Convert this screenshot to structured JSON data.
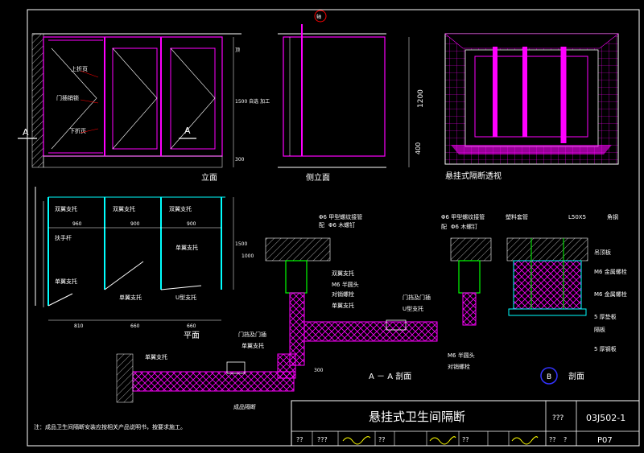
{
  "front_elevation": {
    "title": "立面",
    "label_top_rail": "上折页",
    "label_door_lock": "门插销锁",
    "label_bottom_rail": "下折页",
    "section_left": "A",
    "section_right": "A",
    "dim_top": "顶",
    "dim_mid": "1500 自选 加工",
    "dim_bottom": "300"
  },
  "side_elevation": {
    "title": "侧立面",
    "dim_1200": "1200",
    "dim_400": "400"
  },
  "perspective": {
    "title": "悬挂式隔断透视"
  },
  "plan": {
    "title": "平面",
    "labels_top": [
      "双翼支托",
      "双翼支托",
      "双翼支托"
    ],
    "dims_top": [
      "960",
      "900",
      "900"
    ],
    "label_handrail": "扶手杆",
    "label_left_bottom": "单翼支托",
    "label_mid_bottom": "单翼支托",
    "label_right_top": "单翼支托",
    "label_right_bottom": "U型支托",
    "dims_bottom": [
      "810",
      "660",
      "660"
    ],
    "dim_side": "1500",
    "dim_side2": "1000"
  },
  "section_aa": {
    "title": "A － A 剖面",
    "label_pipe": "Φ6 甲型螺纹接管",
    "label_bolt": "Φ6 木螺钉",
    "label_side": "配",
    "label_double_wing": "双翼支托",
    "label_m6": "M6 半圆头",
    "label_nut": "对销螺栓",
    "label_door_stop": "门挡及门插",
    "label_u_stop": "U型支托",
    "label_single_wing": "单翼支托",
    "label_door_lock": "门挡及门插",
    "label_single_wing2": "单翼支托",
    "label_finished": "成品隔断",
    "label_single_wing3": "单翼支托",
    "label_m6_2": "M6 半圆头",
    "label_nut2": "对销螺栓",
    "dim_300": "300"
  },
  "section_b": {
    "symbol": "B",
    "title": "剖面",
    "label_pipe": "Φ6 甲型螺纹接管",
    "label_bolt": "Φ6 木螺钉",
    "label_side": "配",
    "label_plastic": "塑料套管",
    "label_l50": "L50X5",
    "label_angle": "角钢",
    "label_top_plate": "吊顶板",
    "label_anchor1": "M6 金属螺栓",
    "label_anchor2": "M6 金属螺栓",
    "label_pad": "5 厚垫板",
    "label_partition": "隔板",
    "label_pad2": "5 厚钢板"
  },
  "north_symbol": "轴",
  "note": "注：成品卫生间隔断安装应按相关产品说明书，按要求施工。",
  "title_block": {
    "title": "悬挂式卫生间隔断",
    "code_label": "???",
    "code": "03J502-1",
    "row2": [
      "??",
      "???",
      "??",
      "??",
      "??",
      "?"
    ],
    "page": "P07"
  },
  "colors": {
    "background": "#000000",
    "magenta": "#ff00ff",
    "cyan": "#00ffff",
    "green": "#00ff00",
    "yellow": "#ffff00",
    "red": "#ff0000",
    "blue": "#3333ff",
    "white": "#ffffff"
  }
}
